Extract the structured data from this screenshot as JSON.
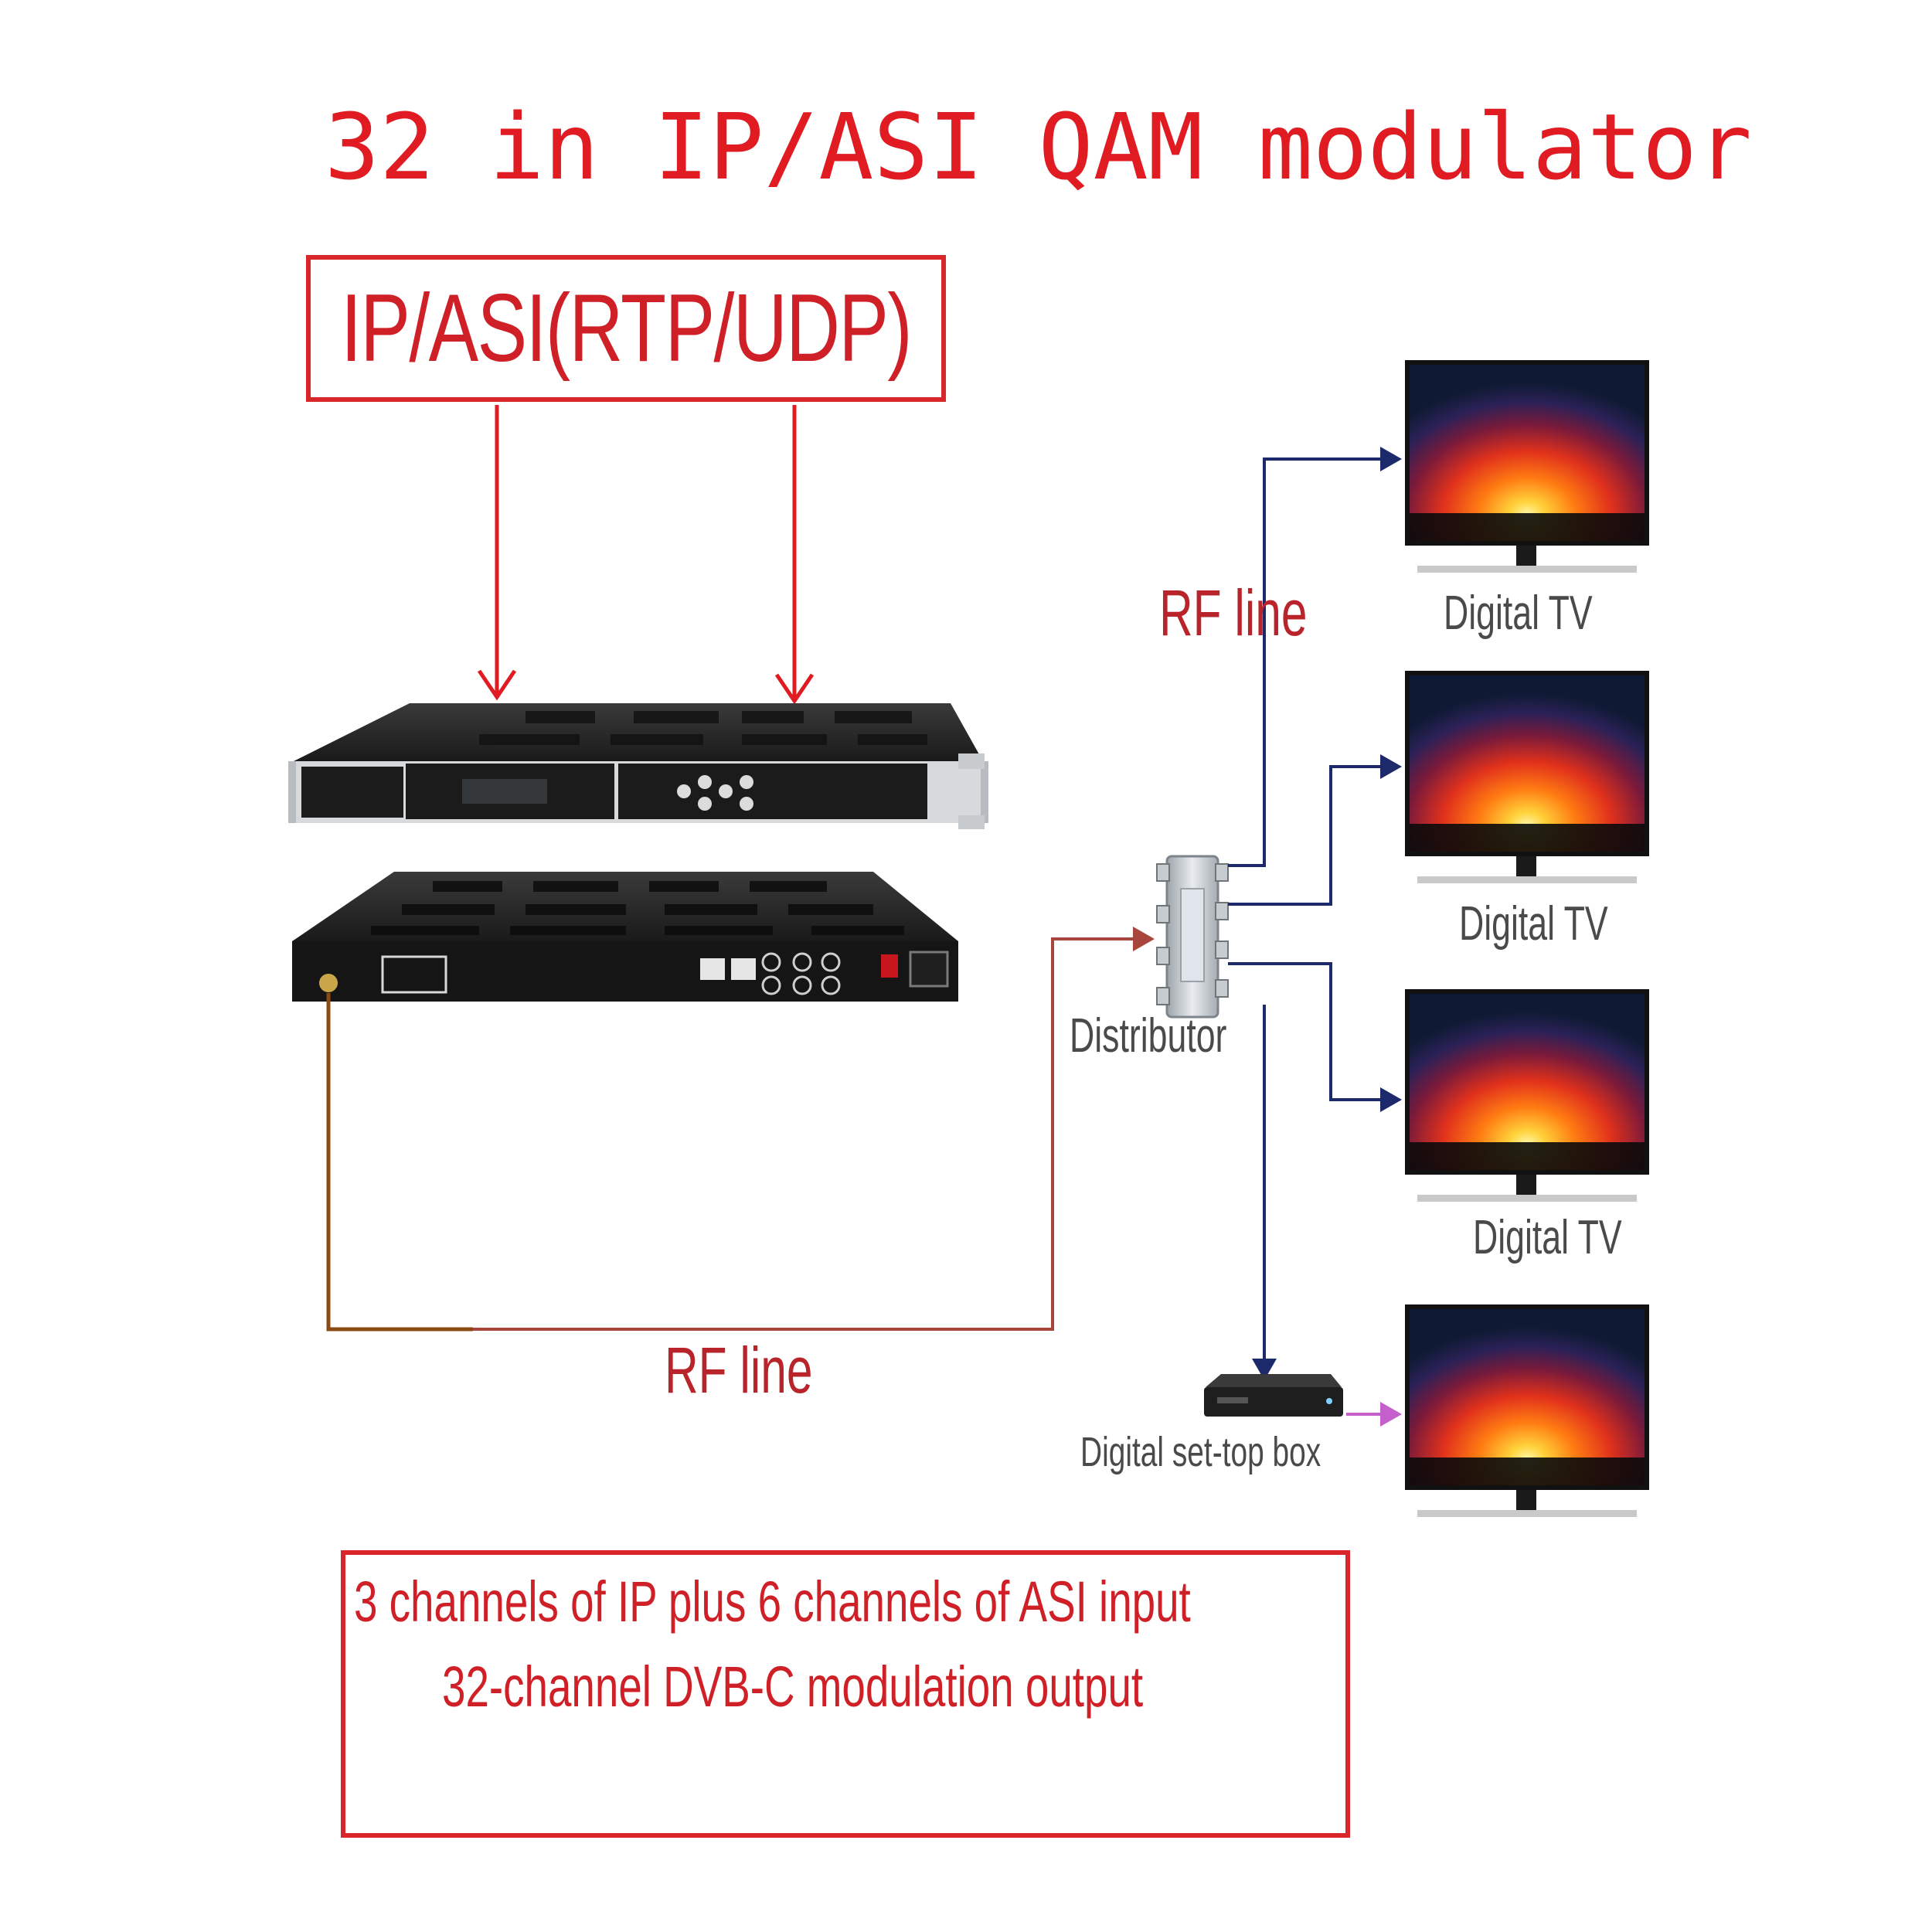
{
  "title": "32 in IP/ASI QAM modulator",
  "input_box": {
    "label": "IP/ASI(RTP/UDP)"
  },
  "rf_line_top": "RF line",
  "rf_line_bottom": "RF line",
  "distributor_label": "Distributor",
  "set_top_box_label": "Digital set-top box",
  "tvs": [
    {
      "label": "Digital TV"
    },
    {
      "label": "Digital TV"
    },
    {
      "label": "Digital TV"
    },
    {
      "label": ""
    }
  ],
  "description": {
    "line1": "3 channels of IP plus 6 channels of ASI input",
    "line2": "32-channel DVB-C modulation output"
  },
  "colors": {
    "title_red": "#e01b22",
    "box_red": "#d8262b",
    "rf_brown": "#8b4a12",
    "rf_rust": "#a8453d",
    "split_navy": "#1c2a6b",
    "hdmi_violet": "#c45fcb"
  },
  "icons": {
    "modulator": "rack-modulator-icon",
    "distributor": "rf-splitter-icon",
    "stb": "set-top-box-icon",
    "tv": "monitor-icon"
  }
}
